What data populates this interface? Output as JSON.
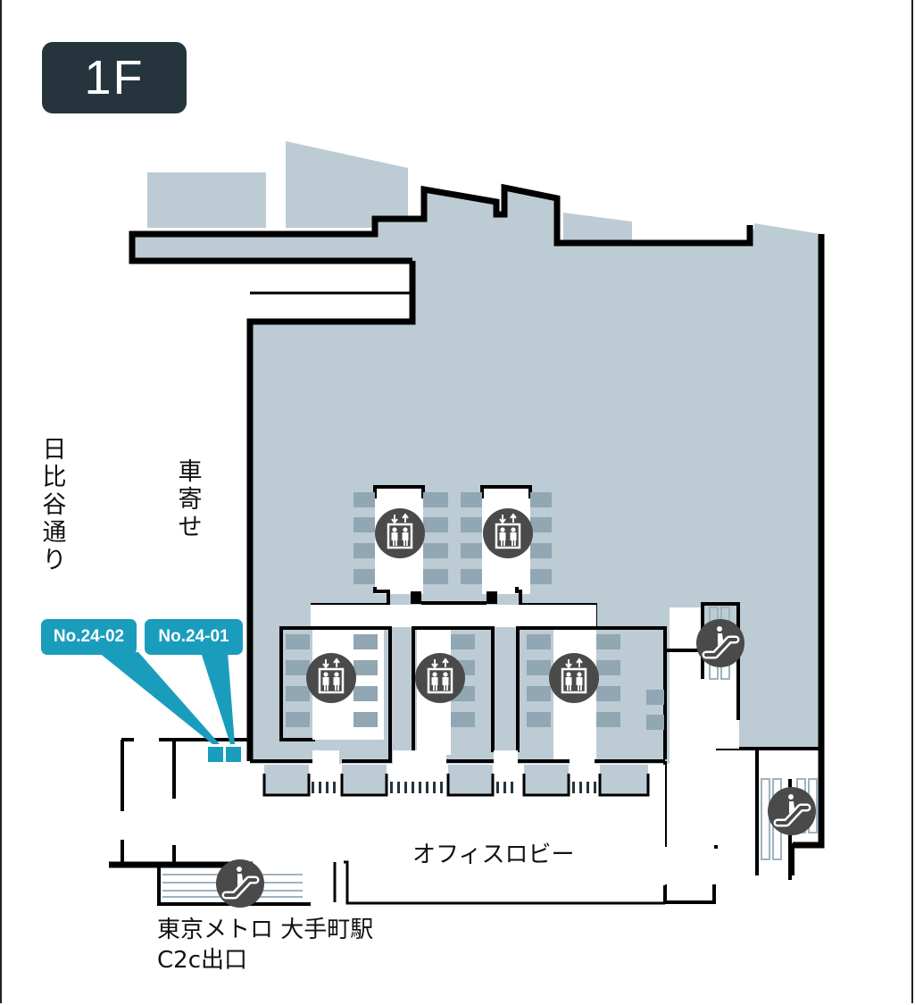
{
  "map": {
    "floor_label": "1F",
    "colors": {
      "floor_fill": "#bdcbd4",
      "wall": "#000000",
      "badge_bg": "#26353d",
      "callout": "#1a9dbc",
      "icon_circle": "#4a4a4a",
      "shaft_tile": "#91a7b3",
      "escalator_stripe": "#9fb3c0"
    },
    "street_labels": {
      "hibiya_dori": [
        "日",
        "比",
        "谷",
        "通",
        "り"
      ],
      "kuruma_yose": [
        "車",
        "寄",
        "せ"
      ]
    },
    "areas": {
      "office_lobby": "オフィスロビー"
    },
    "exit": {
      "line1": "東京メトロ 大手町駅",
      "line2": "C2c出口"
    },
    "locations": [
      {
        "id": "No.24-02",
        "label": "No.24-02"
      },
      {
        "id": "No.24-01",
        "label": "No.24-01"
      }
    ],
    "facilities": [
      {
        "type": "elevator-icon",
        "name": "elevator-bank-upper-left"
      },
      {
        "type": "elevator-icon",
        "name": "elevator-bank-upper-right"
      },
      {
        "type": "elevator-icon",
        "name": "elevator-bank-lower-left"
      },
      {
        "type": "elevator-icon",
        "name": "elevator-bank-lower-middle"
      },
      {
        "type": "elevator-icon",
        "name": "elevator-bank-lower-right"
      },
      {
        "type": "escalator-icon",
        "name": "escalator-east-upper"
      },
      {
        "type": "escalator-icon",
        "name": "escalator-east-lower"
      },
      {
        "type": "escalator-icon",
        "name": "escalator-metro-exit"
      }
    ]
  }
}
